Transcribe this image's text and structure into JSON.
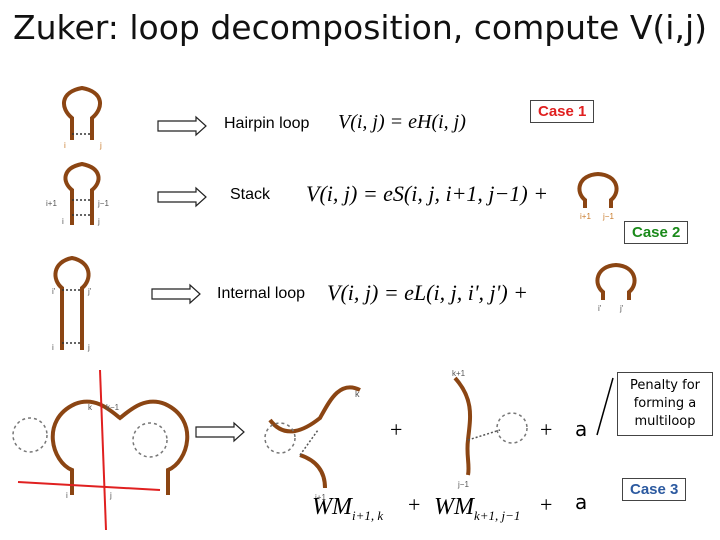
{
  "title": "Zuker: loop decomposition, compute V(i,j)",
  "rows": {
    "hairpin": {
      "label": "Hairpin loop",
      "equation": "V(i, j) = eH(i, j)"
    },
    "stack": {
      "label": "Stack",
      "equation": "V(i, j) = eS(i, j, i+1, j−1) +"
    },
    "internal": {
      "label": "Internal loop",
      "equation": "V(i, j) = eL(i, j, i', j') +"
    }
  },
  "cases": {
    "case1": "Case 1",
    "case2": "Case 2",
    "case3": "Case 3"
  },
  "colors": {
    "case1": "#e02020",
    "case2": "#1a8a1a",
    "case3": "#2c5aa0",
    "strand": "#8b4513",
    "bead": "#c87a2a",
    "axis": "#e02020"
  },
  "multiloop": {
    "plus": "+",
    "a": "a",
    "penalty": "Penalty for forming a multiloop",
    "wm1_main": "WM",
    "wm1_sub": "i+1, k",
    "wm2_main": "WM",
    "wm2_sub": "k+1, j−1"
  },
  "strand_labels": {
    "i": "i",
    "j": "j",
    "i1": "i+1",
    "j1": "j−1",
    "ip": "i'",
    "jp": "j'",
    "k": "k",
    "k1": "k+1",
    "km1": "k−1"
  }
}
